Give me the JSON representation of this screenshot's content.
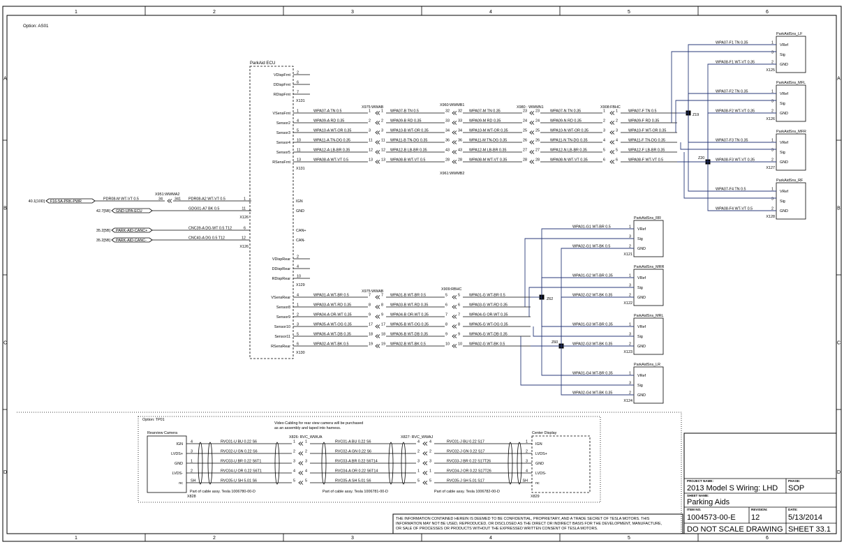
{
  "sheet": {
    "option_top": "Option: AS01",
    "option_bottom": "Option: TP01",
    "col_labels": [
      "1",
      "2",
      "3",
      "4",
      "5",
      "6"
    ],
    "row_labels": [
      "A",
      "B",
      "C",
      "D"
    ]
  },
  "ecu": {
    "title": "ParkAid ECU",
    "front_disp": [
      {
        "name": "VDispFrnt",
        "pin": "2"
      },
      {
        "name": "DDispFrnt",
        "pin": "6"
      },
      {
        "name": "RDispFrnt",
        "pin": "7"
      }
    ],
    "conn_x131": "X131",
    "front_sens": [
      {
        "name": "VSensFrnt",
        "pin": "1"
      },
      {
        "name": "Sensor2",
        "pin": "4"
      },
      {
        "name": "Sensor3",
        "pin": "5"
      },
      {
        "name": "Sensor4",
        "pin": "10"
      },
      {
        "name": "Sensor5",
        "pin": "11"
      },
      {
        "name": "RSensFrnt",
        "pin": "13"
      }
    ],
    "power": [
      {
        "name": "IGN",
        "pin": "1"
      },
      {
        "name": "GND",
        "pin": "11"
      }
    ],
    "conn_x126": "X126",
    "can": [
      {
        "name": "CAN+",
        "pin": "6"
      },
      {
        "name": "CAN-",
        "pin": "12"
      }
    ],
    "rear_disp": [
      {
        "name": "VDispRear",
        "pin": "2"
      },
      {
        "name": "DDispRear",
        "pin": "4"
      },
      {
        "name": "RDispRear",
        "pin": "10"
      }
    ],
    "conn_x129": "X129",
    "rear_sens": [
      {
        "name": "VSensRear",
        "pin": "4"
      },
      {
        "name": "Sensor8",
        "pin": "1"
      },
      {
        "name": "Sensor9",
        "pin": "2"
      },
      {
        "name": "Sensor10",
        "pin": "3"
      },
      {
        "name": "Sensor11",
        "pin": "5"
      },
      {
        "name": "RSensRear",
        "pin": "6"
      }
    ],
    "conn_x130": "X130"
  },
  "left_inputs": [
    {
      "ref": "40.1[10D]",
      "label": "F16-5A-PRK-PWR",
      "wire1": "PDR08-M WT-VT 0.5",
      "pinL": "34",
      "pinR": "341",
      "wire2": "PDR08-A2 WT-VT 0.5",
      "conn": "X951:WWMA2"
    },
    {
      "ref": "42.7[5B]",
      "label": "GND-UPA-ECU",
      "wire2": "GDG01-A7 BK 0.5"
    },
    {
      "ref": "35.2[5B]",
      "label": "PARK-AID-CANC+",
      "wire2": "CNC39-A DG-WT 0.5 T12"
    },
    {
      "ref": "35.2[5B]",
      "label": "PARK-AID-CANC-",
      "wire2": "CNC40-A DG 0.5 T12"
    }
  ],
  "front_harness": {
    "connectors": [
      "X975:WWAB",
      "X960:WWMB1",
      "X980 : WWMN1",
      "X908:FBHC"
    ],
    "conn_bottom": "X961:WWMB2",
    "rows": [
      {
        "w1": "WPA07-A TN 0.5",
        "p1": "1",
        "w2": "WPA07-B TN 0.5",
        "p2": "32",
        "w3": "WPA07-M TN 0.35",
        "p3": "23",
        "w4": "WPA07-N TN 0.35",
        "p4": "1",
        "w5": "WPA07-F TN 0.5"
      },
      {
        "w1": "WPA09-A RD 0.35",
        "p1": "2",
        "w2": "WPA09-B RD 0.35",
        "p2": "33",
        "w3": "WPA09-M RD 0.35",
        "p3": "24",
        "w4": "WPA09-N RD 0.35",
        "p4": "2",
        "w5": "WPA09-F RD 0.35"
      },
      {
        "w1": "WPA10-A WT-OR 0.35",
        "p1": "3",
        "w2": "WPA10-B WT-OR 0.35",
        "p2": "34",
        "w3": "WPA10-M WT-OR 0.35",
        "p3": "25",
        "w4": "WPA10-N WT-OR 0.35",
        "p4": "3",
        "w5": "WPA10-F WT-OR 0.35"
      },
      {
        "w1": "WPA11-A TN-DG 0.35",
        "p1": "11",
        "w2": "WPA11-B TN-DG 0.35",
        "p2": "36",
        "w3": "WPA11-M TN-DG 0.35",
        "p3": "26",
        "w4": "WPA11-N TN-DG 0.35",
        "p4": "4",
        "w5": "WPA11-F TN-DG 0.35"
      },
      {
        "w1": "WPA12-A LB-BR 0.35",
        "p1": "12",
        "w2": "WPA12-B LB-BR 0.35",
        "p2": "43",
        "w3": "WPA12-M LB-BR 0.35",
        "p3": "27",
        "w4": "WPA12-N LB-BR 0.35",
        "p4": "5",
        "w5": "WPA12-F LB-BR 0.35"
      },
      {
        "w1": "WPA08-A WT-VT 0.5",
        "p1": "13",
        "w2": "WPA08-B WT-VT 0.5",
        "p2": "28",
        "w3": "WPA08-M WT-VT 0.35",
        "p3": "28",
        "w4": "WPA08-N WT-VT 0.35",
        "p4": "6",
        "w5": "WPA08-F WT-VT 0.5"
      }
    ]
  },
  "rear_harness": {
    "connectors": [
      "X975:WWAB",
      "X909:RBHC"
    ],
    "rows": [
      {
        "w1": "WPA01-A WT-BR 0.5",
        "p1": "7",
        "w2": "WPA01-B WT-BR 0.5",
        "p2": "5",
        "w3": "WPA01-G WT-BR 0.5"
      },
      {
        "w1": "WPA03-A WT-RD 0.35",
        "p1": "8",
        "w2": "WPA03-B WT-RD 0.35",
        "p2": "6",
        "w3": "WPA03-G WT-RD 0.35"
      },
      {
        "w1": "WPA04-A OR-WT 0.35",
        "p1": "9",
        "w2": "WPA04-B OR-WT 0.35",
        "p2": "7",
        "w3": "WPA04-G OR-WT 0.35"
      },
      {
        "w1": "WPA05-A WT-OG 0.35",
        "p1": "17",
        "w2": "WPA05-B WT-OG 0.35",
        "p2": "8",
        "w3": "WPA05-G WT-OG 0.35"
      },
      {
        "w1": "WPA06-A WT-DB 0.35",
        "p1": "18",
        "w2": "WPA06-B WT-DB 0.35",
        "p2": "9",
        "w3": "WPA06-G WT-DB 0.35"
      },
      {
        "w1": "WPA02-A WT-BK 0.5",
        "p1": "19",
        "w2": "WPA02-B WT-BK 0.5",
        "p2": "10",
        "w3": "WPA02-G WT-BK 0.5"
      }
    ]
  },
  "splices": {
    "z19": "Z19",
    "z20": "Z20",
    "z62": "Z62",
    "z60": "Z60"
  },
  "front_sensors": [
    {
      "title": "ParkAidSns_LF",
      "conn": "X125",
      "w1": "WPA07-F1 TN 0.35",
      "w2": "WPA08-F1 WT-VT 0.35"
    },
    {
      "title": "ParkAidSns_MFL",
      "conn": "X126",
      "w1": "WPA07-F2 TN 0.35",
      "w2": "WPA08-F2 WT-VT 0.35"
    },
    {
      "title": "ParkAidSns_MFR",
      "conn": "X127",
      "w1": "WPA07-F3 TN 0.35",
      "w2": "WPA08-F3 WT-VT 0.35"
    },
    {
      "title": "ParkAidSns_RF",
      "conn": "X128",
      "w1": "WPA07-F4 TN 0.5",
      "w2": "WPA08-F4 WT-VT 0.5"
    }
  ],
  "rear_sensors": [
    {
      "title": "ParkAidSns_RR",
      "conn": "X121",
      "w1": "WPA01-G1 WT-BR 0.5",
      "w2": "WPA02-G1 WT-BK 0.5"
    },
    {
      "title": "ParkAidSns_MRR",
      "conn": "X122",
      "w1": "WPA01-G2 WT-BR 0.35",
      "w2": "WPA02-G2 WT-BK 0.35"
    },
    {
      "title": "ParkAidSns_MRL",
      "conn": "X123",
      "w1": "WPA01-G3 WT-BR 0.35",
      "w2": "WPA02-G3 WT-BK 0.35"
    },
    {
      "title": "ParkAidSns_LR",
      "conn": "X124",
      "w1": "WPA01-G4 WT-BR 0.35",
      "w2": "WPA02-G4 WT-BK 0.35"
    }
  ],
  "sensor_pins": [
    {
      "name": "VRef",
      "pin": "1"
    },
    {
      "name": "Sig",
      "pin": "3"
    },
    {
      "name": "GND",
      "pin": "2"
    }
  ],
  "camera": {
    "note": "Video Cabling for rear view camera will be purchased as an assembly and taped into harness.",
    "note_line1": "Video Cabling for rear view camera will be purchased",
    "note_line2": "as an assembly and taped into harness.",
    "camera_title": "Rearview Camera",
    "display_title": "Center Display",
    "camera_conn": "X828",
    "display_conn": "X829",
    "conn_a": "X826: RVC_WWUA",
    "conn_b": "X827: RVC_WWAJ",
    "pins": [
      "IGN",
      "LVDS+",
      "GND",
      "LVDS-",
      "nc"
    ],
    "cam_pin_nums": [
      "4",
      "3",
      "1",
      "2",
      "SH"
    ],
    "rows": [
      {
        "w1": "RVC01-U BU 0.22 S6",
        "pa": "1",
        "w2": "RVC01-A BU 0.22 S6",
        "pb": "4",
        "w3": "RVC01-J BU 0.22 S17",
        "pd": "1"
      },
      {
        "w1": "RVC02-U GN 0.22 S6",
        "pa": "2",
        "w2": "RVC02-A GN 0.22 S6",
        "pb": "2",
        "w3": "RVC02-J GN 0.22 S17",
        "pd": "2"
      },
      {
        "w1": "RVC03-U BR 0.22 S6T1",
        "pa": "3",
        "w2": "RVC03-A BR 0.22 S6T14",
        "pb": "3",
        "w3": "RVC03-J BR 0.22 S17T26",
        "pd": "3"
      },
      {
        "w1": "RVC04-U OR 0.22 S6T1",
        "pa": "4",
        "w2": "RVC04-A OR 0.22 S6T14",
        "pb": "1",
        "w3": "RVC04-J OR 0.22 S17T26",
        "pd": "4"
      },
      {
        "w1": "RVC05-U SH 5.01 S6",
        "pa": "5",
        "w2": "RVC05-A SH 5.01 S6",
        "pb": "5",
        "w3": "RVC05-J SH 5.01 S17",
        "pd": "SH"
      }
    ],
    "assy": [
      "Part of cable assy. Tesla 1006780-00-D",
      "Part of cable assy. Tesla 1006781-00-D",
      "Part of cable assy. Tesla 1006782-00-D"
    ]
  },
  "title_block": {
    "project_hdr": "PROJECT NAME:",
    "project": "2013 Model S Wiring: LHD",
    "phase_hdr": "PHASE:",
    "phase": "SOP",
    "sheet_name_hdr": "SHEET NAME:",
    "sheet_name": "Parking Aids",
    "item_hdr": "ITEM NO.",
    "item": "1004573-00-E",
    "rev_hdr": "REVISION:",
    "revision": "12",
    "date_hdr": "DATE:",
    "date": "5/13/2014",
    "no_scale": "DO NOT SCALE DRAWING",
    "sheet_no": "SHEET 33.1",
    "confidential": [
      "THE INFORMATION CONTAINED HEREIN IS DEEMED TO BE CONFIDENTIAL, PROPRIETARY, AND A TRADE SECRET OF TESLA MOTORS. THIS",
      "INFORMATION MAY NOT BE USED, REPRODUCED, OR DISCLOSED AS THE DIRECT OR INDIRECT BASIS FOR THE DEVELOPMENT, MANUFACTURE,",
      "OR SALE OF PROCESSES OR PRODUCTS WITHOUT THE EXPRESSED WRITTEN CONSENT OF TESLA MOTORS."
    ]
  }
}
